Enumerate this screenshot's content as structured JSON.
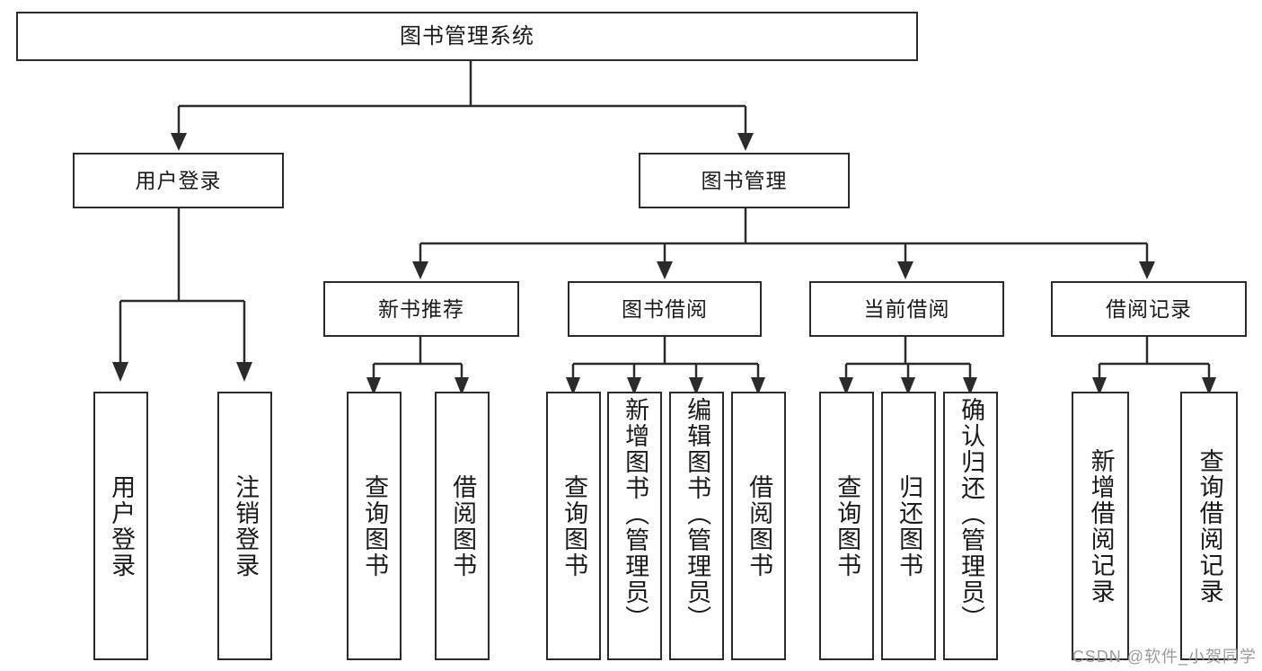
{
  "diagram": {
    "title": "图书管理系统",
    "type": "tree-hierarchy-diagram",
    "watermark": "CSDN @软件_小贺同学",
    "colors": {
      "stroke": "#2b2b2b",
      "background": "#ffffff",
      "text": "#1a1a1a",
      "watermark": "#9a9a9a"
    },
    "root": {
      "label": "图书管理系统"
    },
    "level2": [
      {
        "label": "用户登录"
      },
      {
        "label": "图书管理"
      }
    ],
    "level3": [
      {
        "label": "新书推荐"
      },
      {
        "label": "图书借阅"
      },
      {
        "label": "当前借阅"
      },
      {
        "label": "借阅记录"
      }
    ],
    "leaves": {
      "user_login": [
        {
          "label": "用户登录"
        },
        {
          "label": "注销登录"
        }
      ],
      "new_book_recommend": [
        {
          "label": "查询图书"
        },
        {
          "label": "借阅图书"
        }
      ],
      "book_borrow": [
        {
          "label": "查询图书"
        },
        {
          "label": "新增图书（管理员）"
        },
        {
          "label": "编辑图书（管理员）"
        },
        {
          "label": "借阅图书"
        }
      ],
      "current_borrow": [
        {
          "label": "查询图书"
        },
        {
          "label": "归还图书"
        },
        {
          "label": "确认归还（管理员）"
        }
      ],
      "borrow_record": [
        {
          "label": "新增借阅记录"
        },
        {
          "label": "查询借阅记录"
        }
      ]
    }
  }
}
